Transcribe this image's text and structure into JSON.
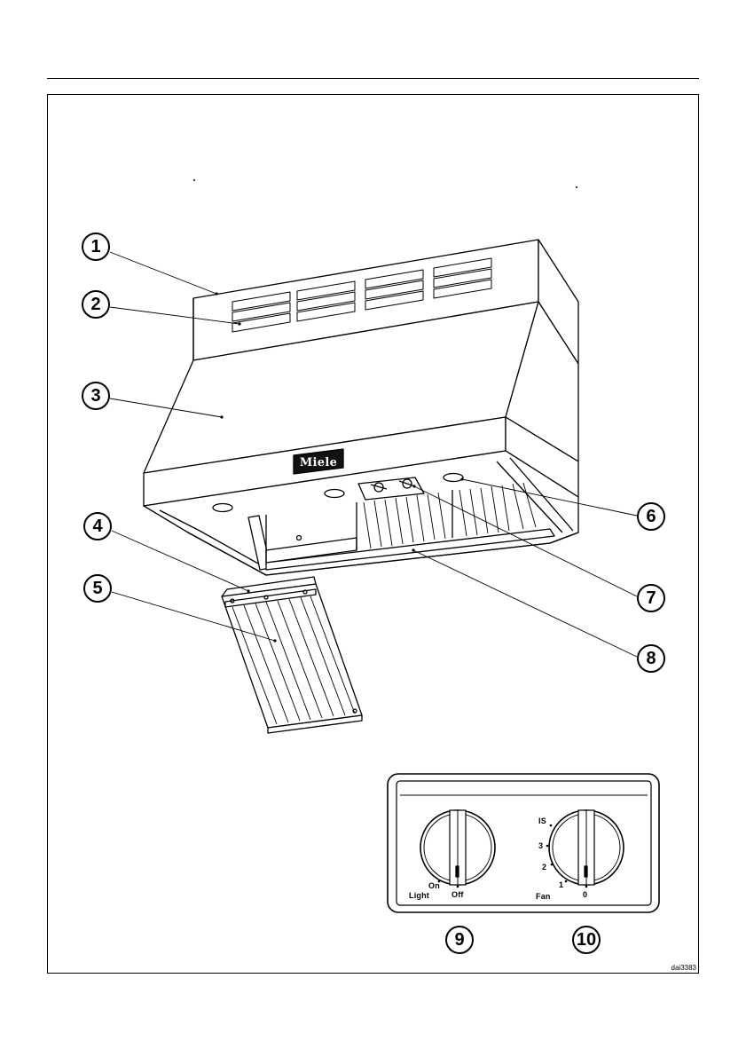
{
  "figure": {
    "brand": "Miele",
    "drawing_code": "dai3383"
  },
  "callouts": [
    "1",
    "2",
    "3",
    "4",
    "5",
    "6",
    "7",
    "8",
    "9",
    "10"
  ],
  "control_panel": {
    "light_dial": {
      "label": "Light",
      "positions": [
        "On",
        "Off"
      ]
    },
    "fan_dial": {
      "label": "Fan",
      "positions": [
        "IS",
        "3",
        "2",
        "1",
        "0"
      ]
    }
  }
}
